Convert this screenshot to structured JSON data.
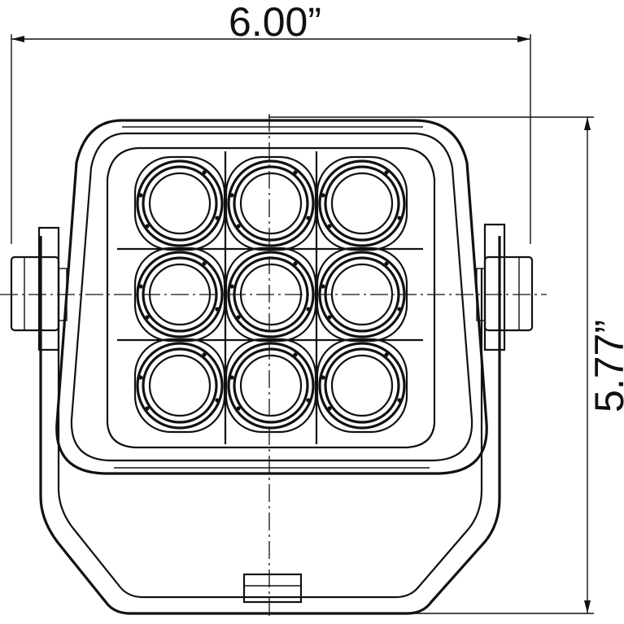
{
  "drawing": {
    "width_dimension_label": "6.00”",
    "height_dimension_label": "5.77”",
    "led_grid": {
      "rows": 3,
      "columns": 3
    },
    "colors": {
      "line": "#111111",
      "background": "#ffffff"
    }
  }
}
